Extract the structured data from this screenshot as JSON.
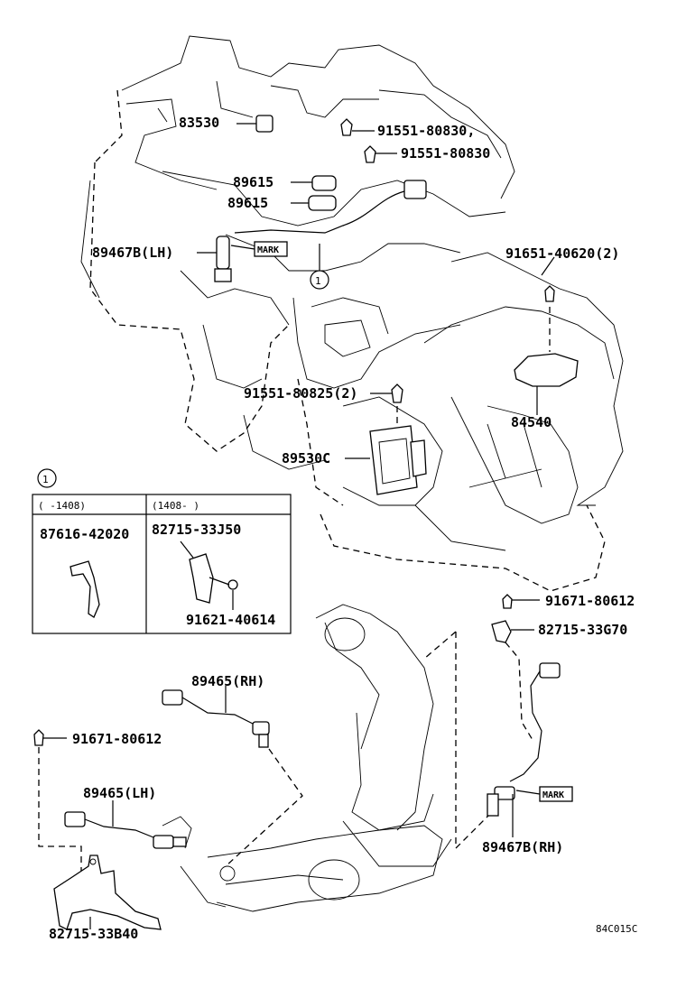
{
  "diagram_code": "84C015C",
  "callout_marker": "1",
  "mark_label": "MARK",
  "labels": {
    "p83530": "83530",
    "p91551_80830a": "91551-80830,",
    "p91551_80830b": "91551-80830",
    "p89615a": "89615",
    "p89615b": "89615",
    "p89467b_lh": "89467B(LH)",
    "p91651_40620": "91651-40620(2)",
    "p91551_80825": "91551-80825(2)",
    "p84540": "84540",
    "p89530c": "89530C",
    "p91671_80612a": "91671-80612",
    "p82715_33g70": "82715-33G70",
    "p89465_rh": "89465(RH)",
    "p91671_80612b": "91671-80612",
    "p89465_lh": "89465(LH)",
    "p89467b_rh": "89467B(RH)",
    "p82715_33b40": "82715-33B40"
  },
  "inset": {
    "marker": "1",
    "col_left_header": "(   -1408)",
    "col_right_header": "(1408-    )",
    "left_part": "87616-42020",
    "right_part_a": "82715-33J50",
    "right_part_b": "91621-40614"
  }
}
